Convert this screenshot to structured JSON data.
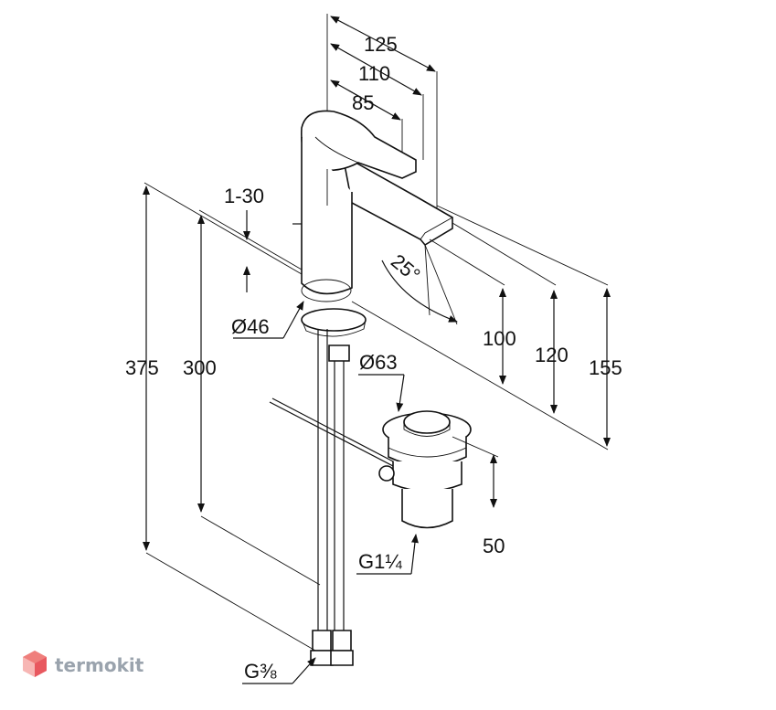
{
  "dimensions": {
    "spout_reach_total": "125",
    "spout_reach_mid": "110",
    "spout_reach_short": "85",
    "lever_range": "1-30",
    "body_diameter": "Ø46",
    "overall_height": "375",
    "height_300": "300",
    "waste_diameter": "Ø63",
    "spout_angle": "25°",
    "height_100": "100",
    "height_120": "120",
    "height_155": "155",
    "waste_height": "50",
    "waste_thread": "G1¼",
    "connection_thread": "G⅜"
  },
  "brand": {
    "name": "termokit",
    "colors": {
      "accent": "#e8585f",
      "text": "#9aa3ad",
      "cube_light": "#f7b6b4",
      "cube_mid": "#ef7f7c"
    }
  }
}
